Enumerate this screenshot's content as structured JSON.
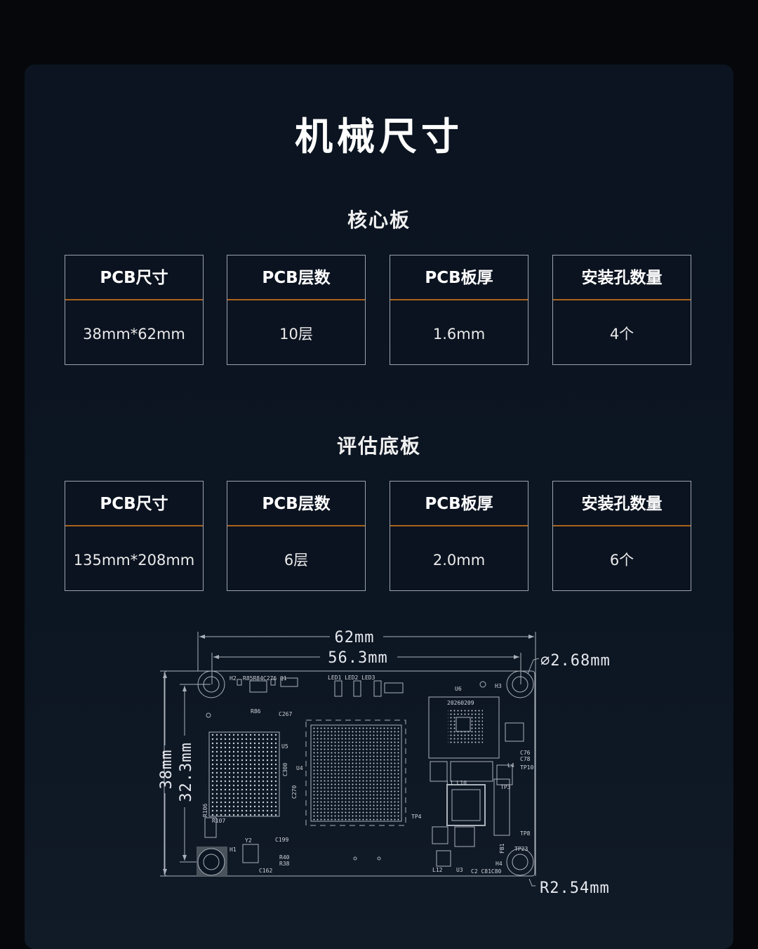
{
  "title": "机械尺寸",
  "sections": [
    {
      "heading": "核心板",
      "cards": [
        {
          "label": "PCB尺寸",
          "value": "38mm*62mm"
        },
        {
          "label": "PCB层数",
          "value": "10层"
        },
        {
          "label": "PCB板厚",
          "value": "1.6mm"
        },
        {
          "label": "安装孔数量",
          "value": "4个"
        }
      ]
    },
    {
      "heading": "评估底板",
      "cards": [
        {
          "label": "PCB尺寸",
          "value": "135mm*208mm"
        },
        {
          "label": "PCB层数",
          "value": "6层"
        },
        {
          "label": "PCB板厚",
          "value": "2.0mm"
        },
        {
          "label": "安装孔数量",
          "value": "6个"
        }
      ]
    }
  ],
  "drawing": {
    "width_outer": "62mm",
    "width_holes": "56.3mm",
    "height_outer": "38mm",
    "height_holes": "32.3mm",
    "hole_diameter": "⌀2.68mm",
    "corner_radius": "R2.54mm",
    "silk": {
      "h1": "H1",
      "h2": "H2",
      "h3": "H3",
      "h4": "H4",
      "top_row": "R85R84C276 Q1",
      "leds": "LED1 LED2 LED3",
      "u4": "U4",
      "u5": "U5",
      "u6": "U6",
      "u3": "U3",
      "u6_code": "20260209",
      "r86": "R86",
      "c267": "C267",
      "c300": "C300",
      "c270": "C270",
      "r106": "R106",
      "r107": "R107",
      "y2": "Y2",
      "c199": "C199",
      "r40": "R40",
      "r38": "R38",
      "c162": "C162",
      "l12": "L12",
      "c2c81c80": "C2 C81C80",
      "tp4": "TP4",
      "tp3": "TP3",
      "tp23": "TP23",
      "l4": "L4",
      "tp10": "TP10",
      "c76": "C76",
      "c78": "C78",
      "tp8": "TP8",
      "fb1": "FB1",
      "l1l10": "L1 L10"
    }
  }
}
